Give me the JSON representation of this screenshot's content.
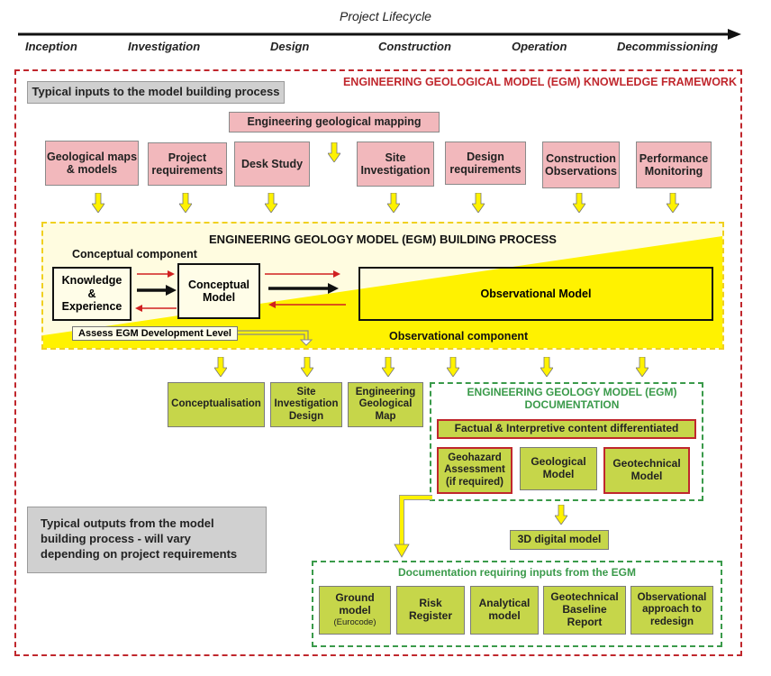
{
  "lifecycle": {
    "title": "Project Lifecycle",
    "stages": [
      "Inception",
      "Investigation",
      "Design",
      "Construction",
      "Operation",
      "Decommissioning"
    ]
  },
  "framework": {
    "title": "ENGINEERING GEOLOGICAL MODEL (EGM) KNOWLEDGE FRAMEWORK",
    "inputs_label": "Typical inputs to the model building process",
    "mapping": "Engineering geological mapping",
    "inputs": [
      "Geological maps & models",
      "Project requirements",
      "Desk Study",
      "Site Investigation",
      "Design requirements",
      "Construction Observations",
      "Performance Monitoring"
    ]
  },
  "process": {
    "title": "ENGINEERING GEOLOGY MODEL (EGM) BUILDING PROCESS",
    "conceptual_component": "Conceptual component",
    "knowledge": "Knowledge & Experience",
    "conceptual_model": "Conceptual Model",
    "observational_model": "Observational Model",
    "assess": "Assess EGM Development Level",
    "observational_component": "Observational component"
  },
  "outputs": {
    "conceptualisation": "Conceptualisation",
    "si_design": "Site Investigation Design",
    "eg_map": "Engineering Geological Map",
    "label": "Typical outputs from the model building process - will vary depending on project requirements"
  },
  "documentation": {
    "title": "ENGINEERING GEOLOGY MODEL (EGM) DOCUMENTATION",
    "factual": "Factual & Interpretive content differentiated",
    "geohazard": "Geohazard Assessment (if required)",
    "geological": "Geological Model",
    "geotechnical": "Geotechnical Model",
    "digital": "3D digital model"
  },
  "requiring": {
    "title": "Documentation requiring inputs from the EGM",
    "items": [
      {
        "main": "Ground model",
        "sub": "(Eurocode)"
      },
      {
        "main": "Risk Register",
        "sub": ""
      },
      {
        "main": "Analytical model",
        "sub": ""
      },
      {
        "main": "Geotechnical Baseline Report",
        "sub": ""
      },
      {
        "main": "Observational approach to redesign",
        "sub": ""
      }
    ]
  },
  "colors": {
    "red": "#c0272d",
    "green": "#3a9a4a",
    "yellow": "#fff200",
    "pink": "#f2b8bc",
    "olive": "#c6d64a"
  }
}
